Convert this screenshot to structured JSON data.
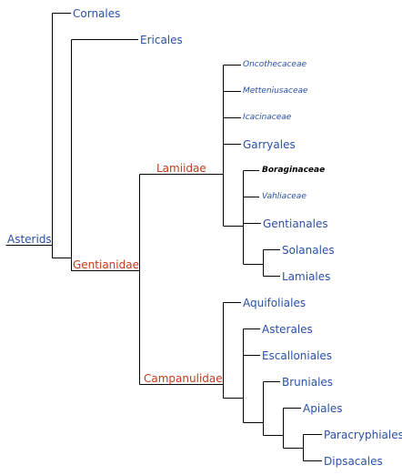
{
  "colors": {
    "line": "#000000",
    "link": "#2a50a8",
    "clade": "#c43a1a",
    "current": "#000000"
  },
  "clades": {
    "asterids": "Asterids",
    "gentianidae": "Gentianidae",
    "lamiidae": "Lamiidae",
    "campanulidae": "Campanulidae"
  },
  "taxa": {
    "cornales": "Cornales",
    "ericales": "Ericales",
    "oncothecaceae": "Oncothecaceae",
    "metteniusaceae": "Metteniusaceae",
    "icacinaceae": "Icacinaceae",
    "garryales": "Garryales",
    "boraginaceae": "Boraginaceae",
    "vahliaceae": "Vahliaceae",
    "gentianales": "Gentianales",
    "solanales": "Solanales",
    "lamiales": "Lamiales",
    "aquifoliales": "Aquifoliales",
    "asterales": "Asterales",
    "escalloniales": "Escalloniales",
    "bruniales": "Bruniales",
    "apiales": "Apiales",
    "paracryphiales": "Paracryphiales",
    "dipsacales": "Dipsacales"
  }
}
